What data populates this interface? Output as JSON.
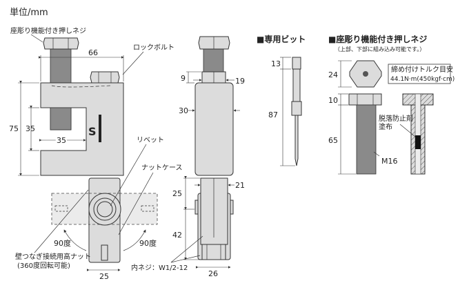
{
  "unit_label": "単位/mm",
  "front_view": {
    "push_screw_label": "座彫り機能付き押しネジ",
    "lock_bolt_label": "ロックボルト",
    "rivet_label": "リベット",
    "nut_case_label": "ナットケース",
    "high_nut_label": "壁つなぎ接続用高ナット",
    "high_nut_note": "(360度回転可能)",
    "rotation_left": "90度",
    "rotation_right": "90度",
    "dims": {
      "width_66": "66",
      "height_75": "75",
      "opening_h_35": "35",
      "opening_w_35": "35",
      "case_w_25": "25"
    }
  },
  "side_view": {
    "inner_thread_label": "内ネジ：W1/2-12",
    "dims": {
      "nut_h_9": "9",
      "nut_w_19": "19",
      "body_w_30": "30",
      "case_w_21": "21",
      "case_h_25": "25",
      "case_h_42": "42",
      "base_w_26": "26"
    }
  },
  "bit": {
    "title": "■専用ビット",
    "dims": {
      "top_13": "13",
      "length_87": "87"
    }
  },
  "push_screw": {
    "title": "■座彫り機能付き押しネジ",
    "subtitle": "（上部、下部に組み込み可能です。）",
    "torque_label": "締め付けトルク目安",
    "torque_value": "44.1N·m(450kgf·cm)",
    "adhesive_label_1": "脱落防止剤",
    "adhesive_label_2": "塗布",
    "thread_size": "M16",
    "dims": {
      "head_24": "24",
      "head_h_10": "10",
      "length_65": "65"
    }
  }
}
